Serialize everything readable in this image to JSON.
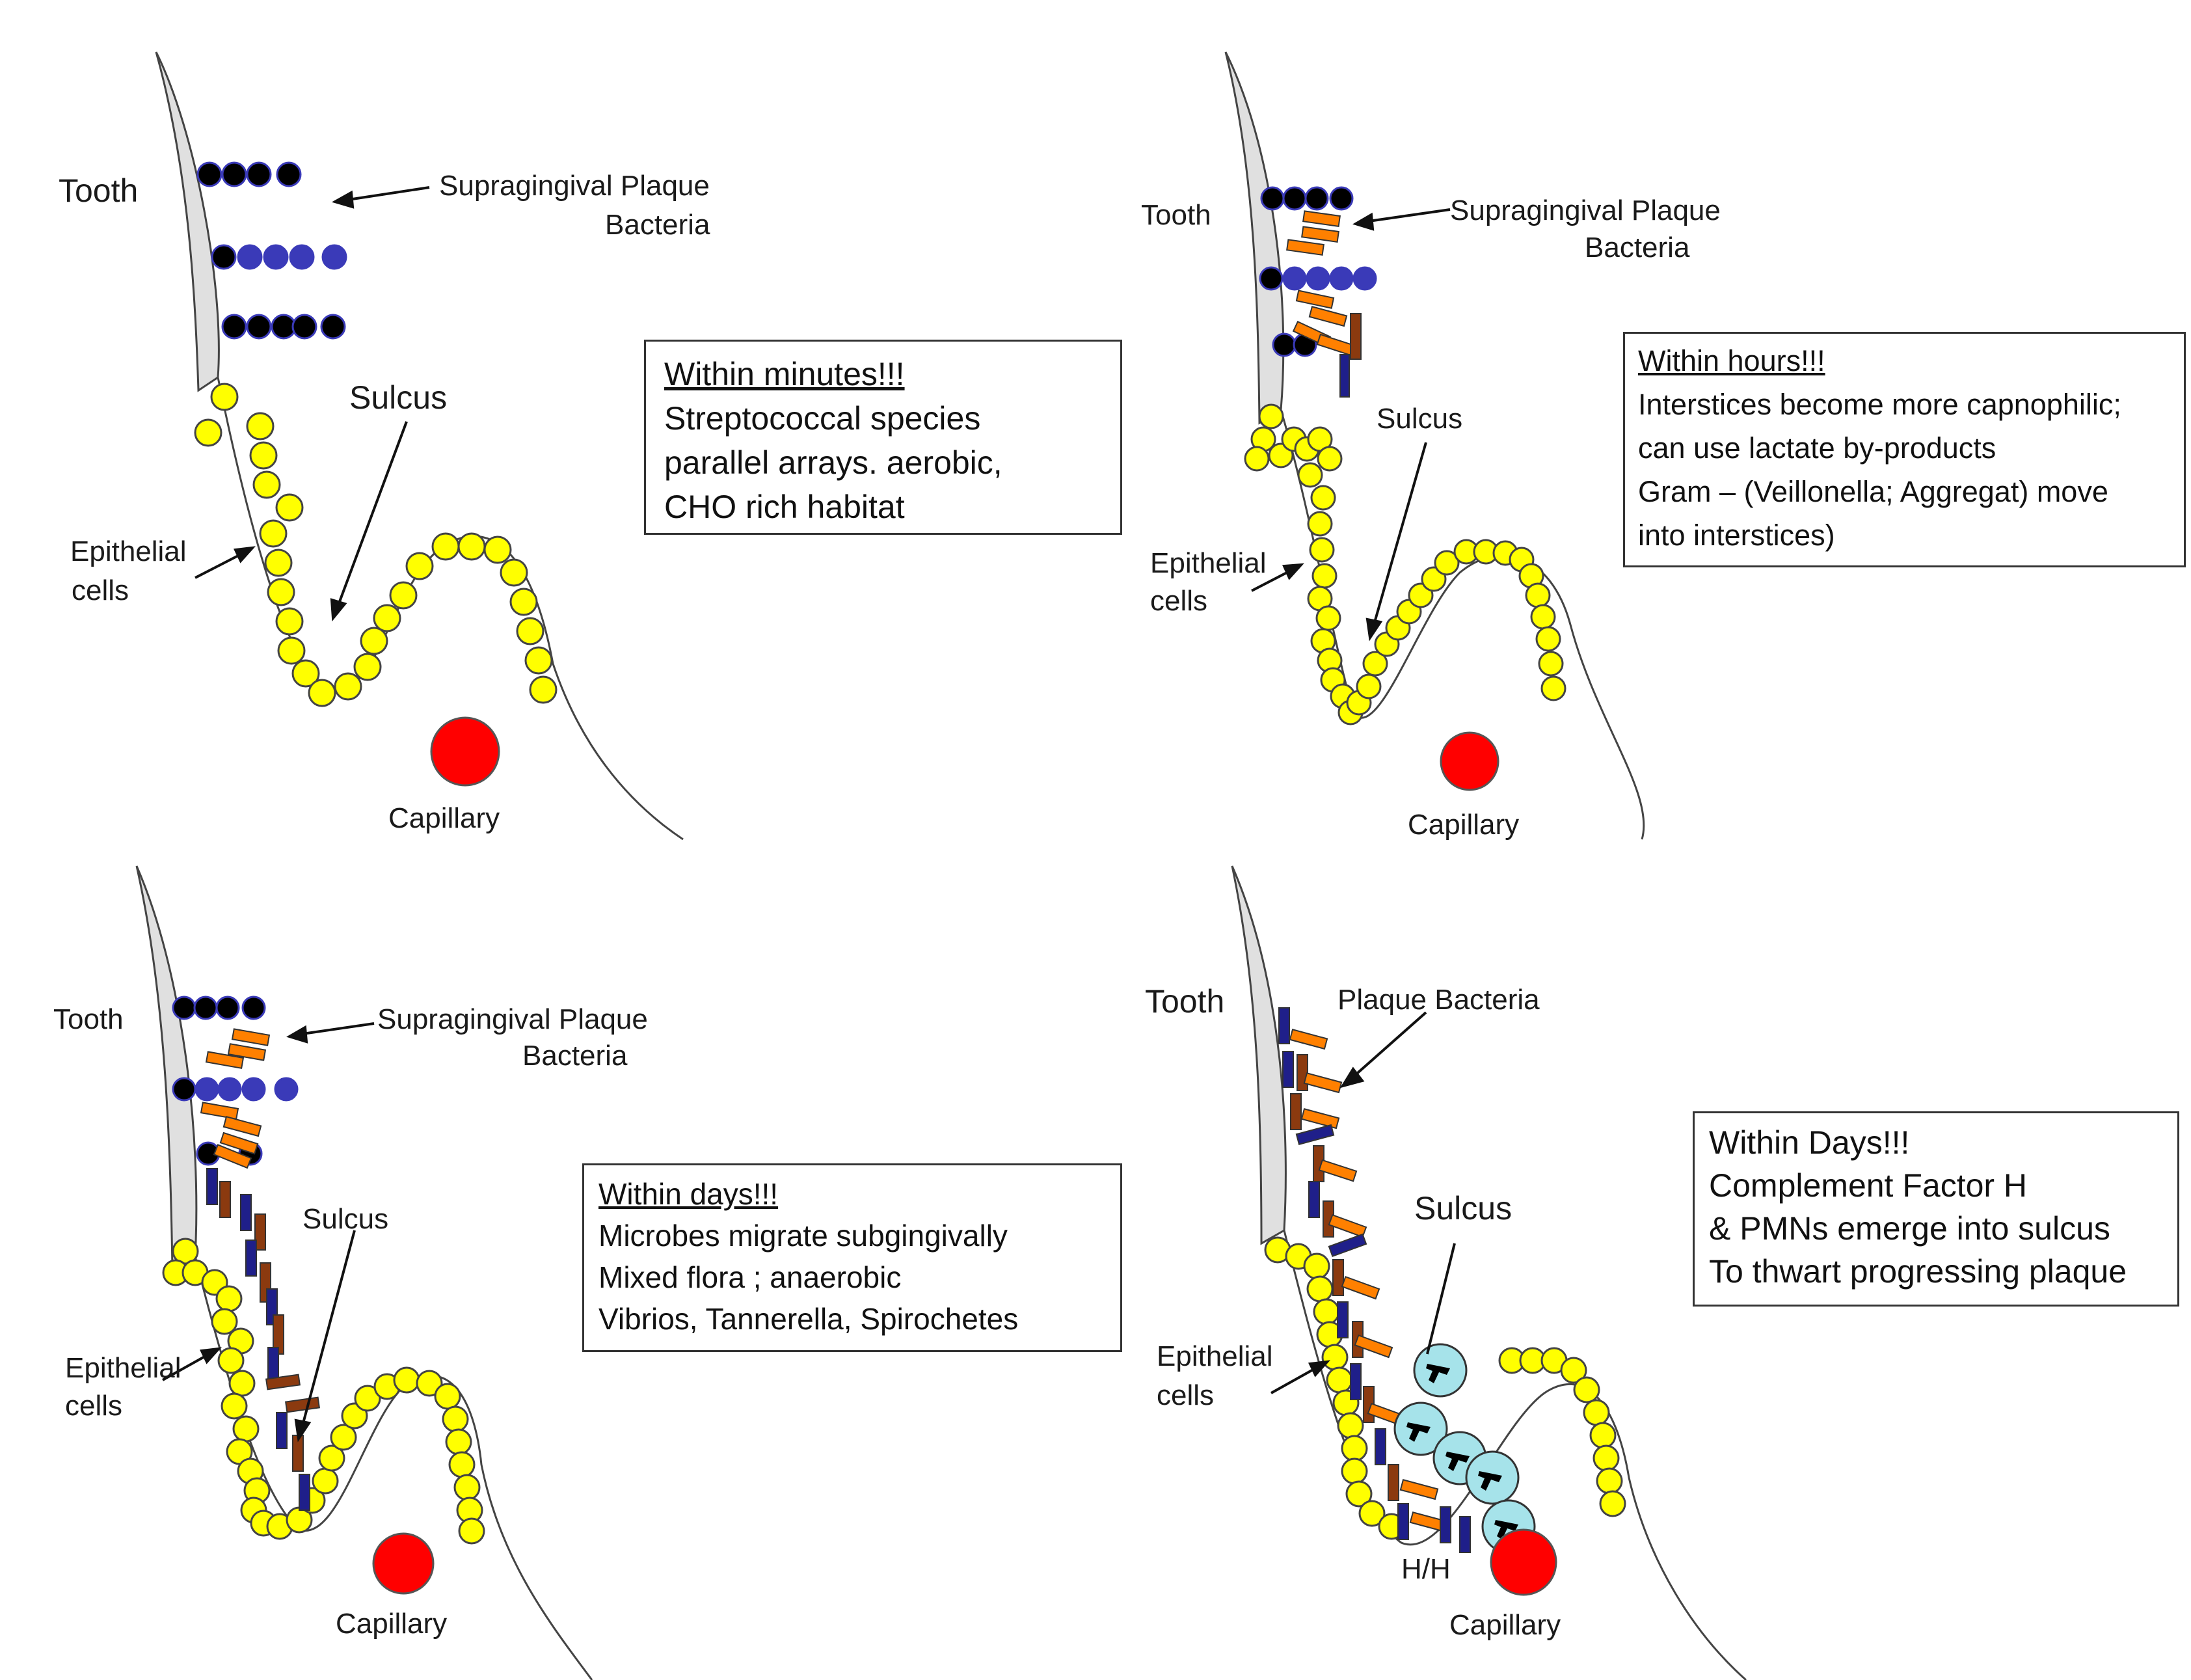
{
  "labels": {
    "tooth": "Tooth",
    "supragingival_line1": "Supragingival  Plaque",
    "bacteria": "Bacteria",
    "plaque_bacteria": "Plaque Bacteria",
    "sulcus": "Sulcus",
    "epithelial": "Epithelial",
    "cells": "cells",
    "capillary": "Capillary",
    "hh": "H/H"
  },
  "panels": [
    {
      "heading": "Within minutes!!!",
      "lines": [
        "Streptococcal species",
        "parallel arrays. aerobic,",
        "CHO rich habitat"
      ]
    },
    {
      "heading": "Within hours!!!",
      "lines": [
        "Interstices become more capnophilic;",
        "can use lactate by-products",
        "Gram – (Veillonella; Aggregat) move",
        "into interstices)"
      ]
    },
    {
      "heading": "Within days!!!",
      "lines": [
        "Microbes migrate subgingivally",
        "Mixed flora ; anaerobic",
        "Vibrios, Tannerella, Spirochetes"
      ]
    },
    {
      "heading": "Within Days!!!",
      "lines": [
        "Complement Factor H",
        "& PMNs emerge into sulcus",
        "To thwart progressing plaque"
      ]
    }
  ],
  "colors": {
    "epithelial_cell": "#ffff00",
    "capillary": "#ff0000",
    "cocci_black": "#000000",
    "cocci_blue": "#3a3ab8",
    "rod_orange": "#ff8000",
    "rod_brown": "#8b3a0f",
    "rod_navy": "#1f1f8a",
    "pmn": "#a6e3ea",
    "tooth": "#e0e0e0"
  }
}
